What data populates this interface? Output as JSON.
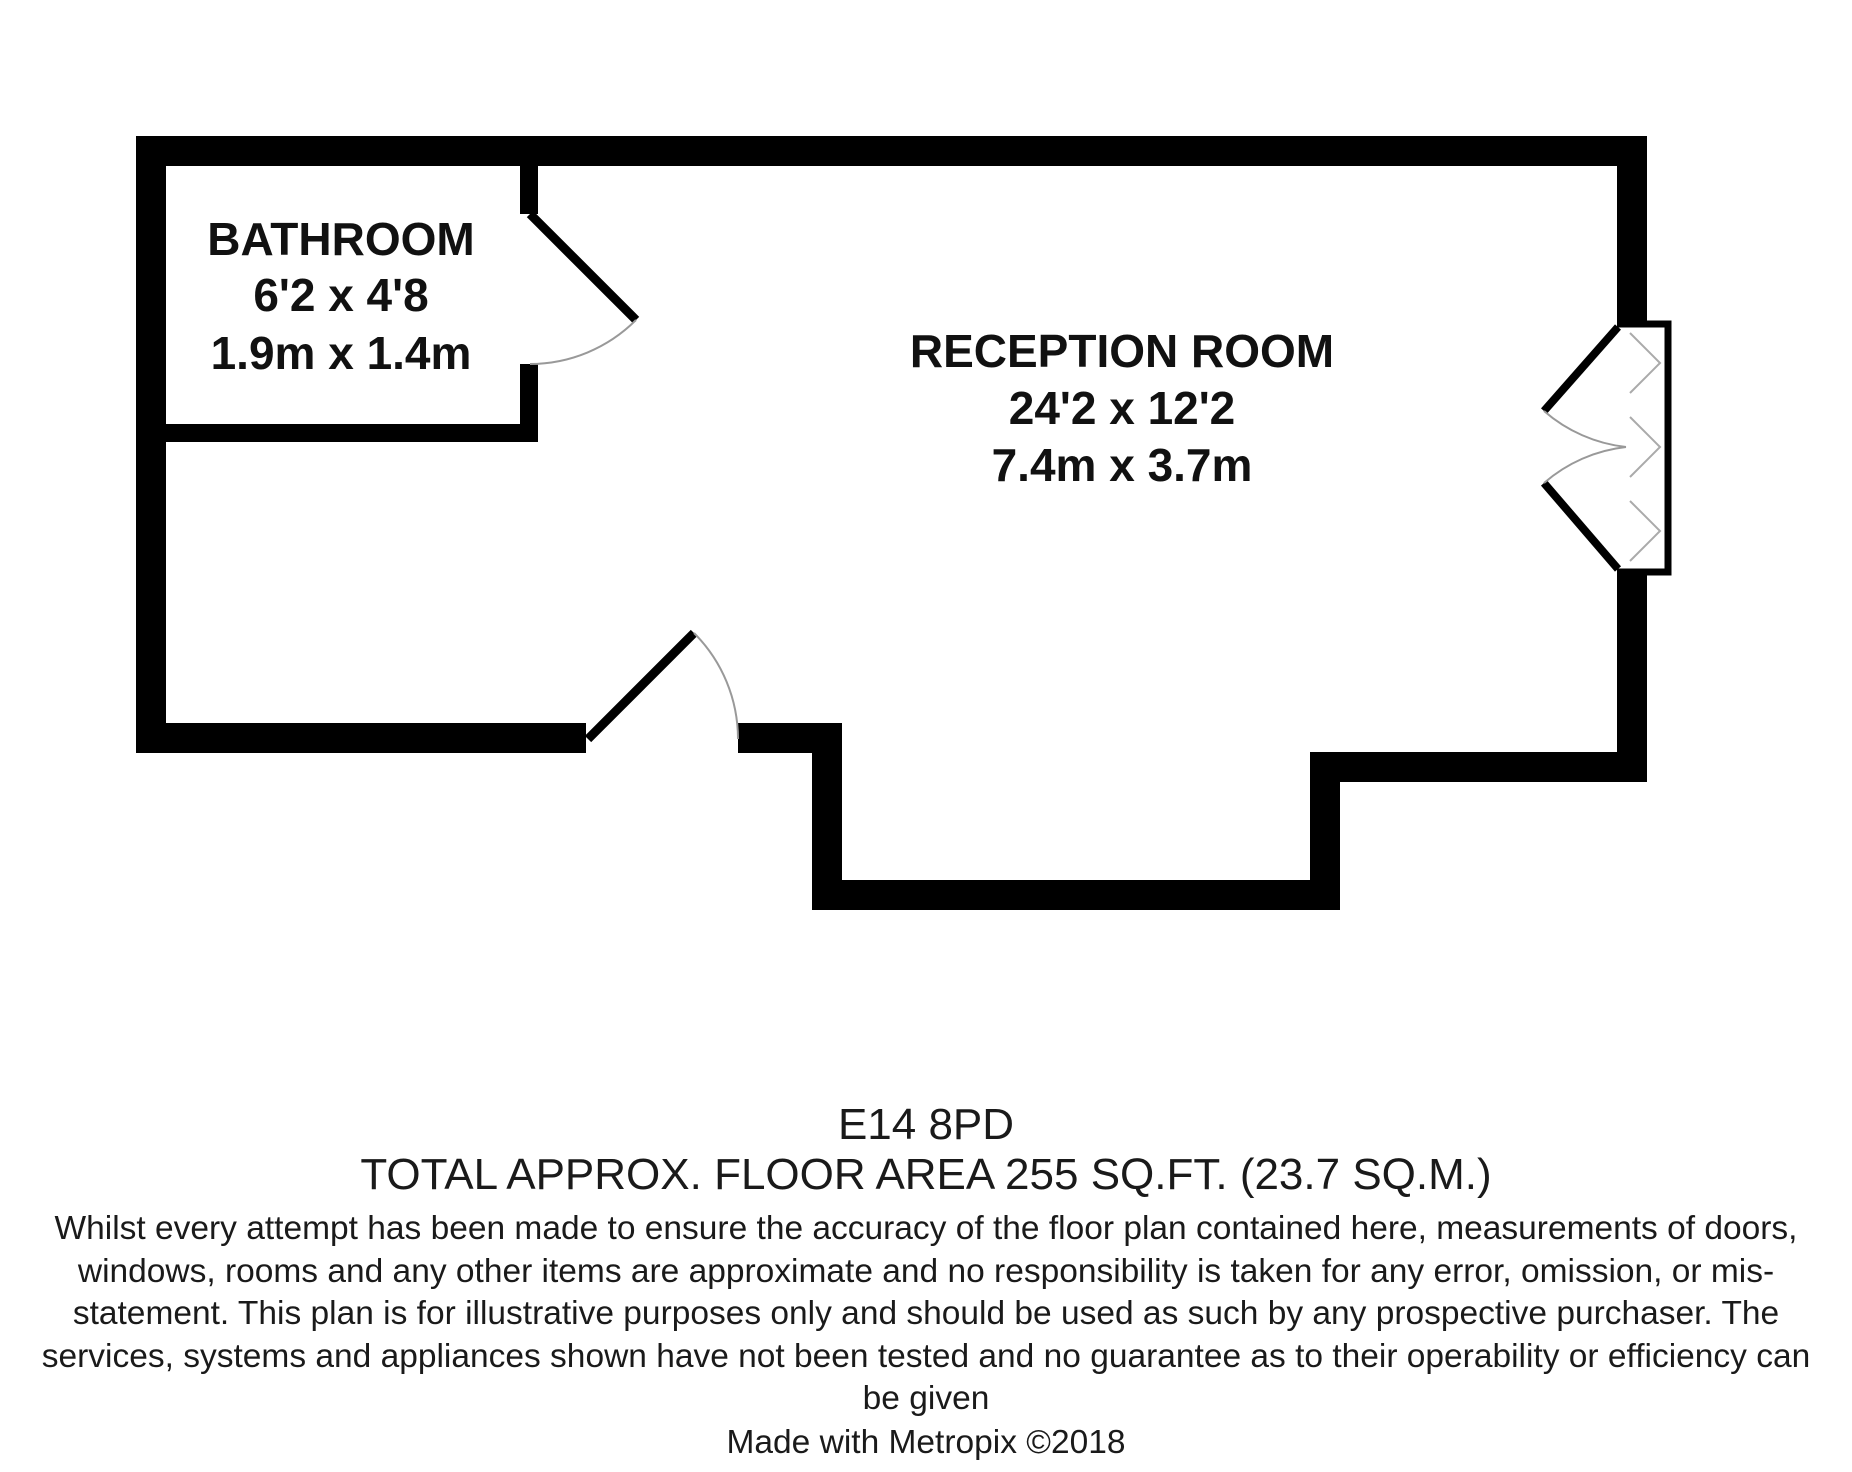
{
  "plan": {
    "rooms": [
      {
        "id": "bathroom",
        "name": "BATHROOM",
        "size_imperial": "6'2 x 4'8",
        "size_metric": "1.9m x 1.4m"
      },
      {
        "id": "reception",
        "name": "RECEPTION ROOM",
        "size_imperial": "24'2 x 12'2",
        "size_metric": "7.4m x 3.7m"
      }
    ]
  },
  "footer": {
    "postcode": "E14 8PD",
    "total_area": "TOTAL APPROX. FLOOR AREA 255 SQ.FT. (23.7 SQ.M.)",
    "disclaimer": "Whilst every attempt has been made to ensure the accuracy of the floor plan contained here, measurements of doors, windows, rooms and any other items are approximate and no responsibility is taken for any error, omission, or mis-statement. This plan is for illustrative purposes only and should be used as such by any prospective purchaser. The services, systems and appliances shown have not been tested and no guarantee as to their operability or efficiency can be given",
    "credit": "Made with Metropix ©2018"
  },
  "colors": {
    "wall": "#000000",
    "door_swing": "#999999",
    "window_frame": "#aaaaaa",
    "text": "#111111"
  }
}
